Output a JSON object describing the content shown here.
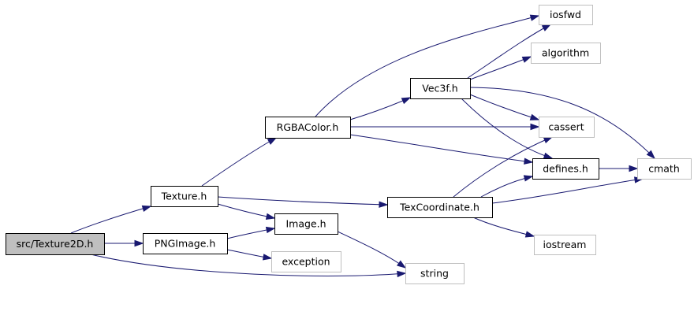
{
  "graph": {
    "edge_color": "#191970",
    "nodes": [
      {
        "id": "texture2d",
        "label": "src/Texture2D.h",
        "kind": "root"
      },
      {
        "id": "texture",
        "label": "Texture.h",
        "kind": "local"
      },
      {
        "id": "pngimage",
        "label": "PNGImage.h",
        "kind": "local"
      },
      {
        "id": "rgbacolor",
        "label": "RGBAColor.h",
        "kind": "local"
      },
      {
        "id": "image",
        "label": "Image.h",
        "kind": "local"
      },
      {
        "id": "vec3f",
        "label": "Vec3f.h",
        "kind": "local"
      },
      {
        "id": "texcoordinate",
        "label": "TexCoordinate.h",
        "kind": "local"
      },
      {
        "id": "defines",
        "label": "defines.h",
        "kind": "local"
      },
      {
        "id": "iosfwd",
        "label": "iosfwd",
        "kind": "system"
      },
      {
        "id": "algorithm",
        "label": "algorithm",
        "kind": "system"
      },
      {
        "id": "cassert",
        "label": "cassert",
        "kind": "system"
      },
      {
        "id": "cmath",
        "label": "cmath",
        "kind": "system"
      },
      {
        "id": "iostream",
        "label": "iostream",
        "kind": "system"
      },
      {
        "id": "exception",
        "label": "exception",
        "kind": "system"
      },
      {
        "id": "string",
        "label": "string",
        "kind": "system"
      }
    ],
    "edges": [
      {
        "from": "texture2d",
        "to": "texture"
      },
      {
        "from": "texture2d",
        "to": "pngimage"
      },
      {
        "from": "texture2d",
        "to": "string"
      },
      {
        "from": "texture",
        "to": "rgbacolor"
      },
      {
        "from": "texture",
        "to": "image"
      },
      {
        "from": "texture",
        "to": "texcoordinate"
      },
      {
        "from": "pngimage",
        "to": "image"
      },
      {
        "from": "pngimage",
        "to": "exception"
      },
      {
        "from": "image",
        "to": "string"
      },
      {
        "from": "rgbacolor",
        "to": "iosfwd"
      },
      {
        "from": "rgbacolor",
        "to": "vec3f"
      },
      {
        "from": "rgbacolor",
        "to": "cassert"
      },
      {
        "from": "rgbacolor",
        "to": "defines"
      },
      {
        "from": "vec3f",
        "to": "iosfwd"
      },
      {
        "from": "vec3f",
        "to": "algorithm"
      },
      {
        "from": "vec3f",
        "to": "cassert"
      },
      {
        "from": "vec3f",
        "to": "defines"
      },
      {
        "from": "vec3f",
        "to": "cmath"
      },
      {
        "from": "texcoordinate",
        "to": "cassert"
      },
      {
        "from": "texcoordinate",
        "to": "defines"
      },
      {
        "from": "texcoordinate",
        "to": "cmath"
      },
      {
        "from": "texcoordinate",
        "to": "iostream"
      },
      {
        "from": "defines",
        "to": "cmath"
      }
    ]
  }
}
